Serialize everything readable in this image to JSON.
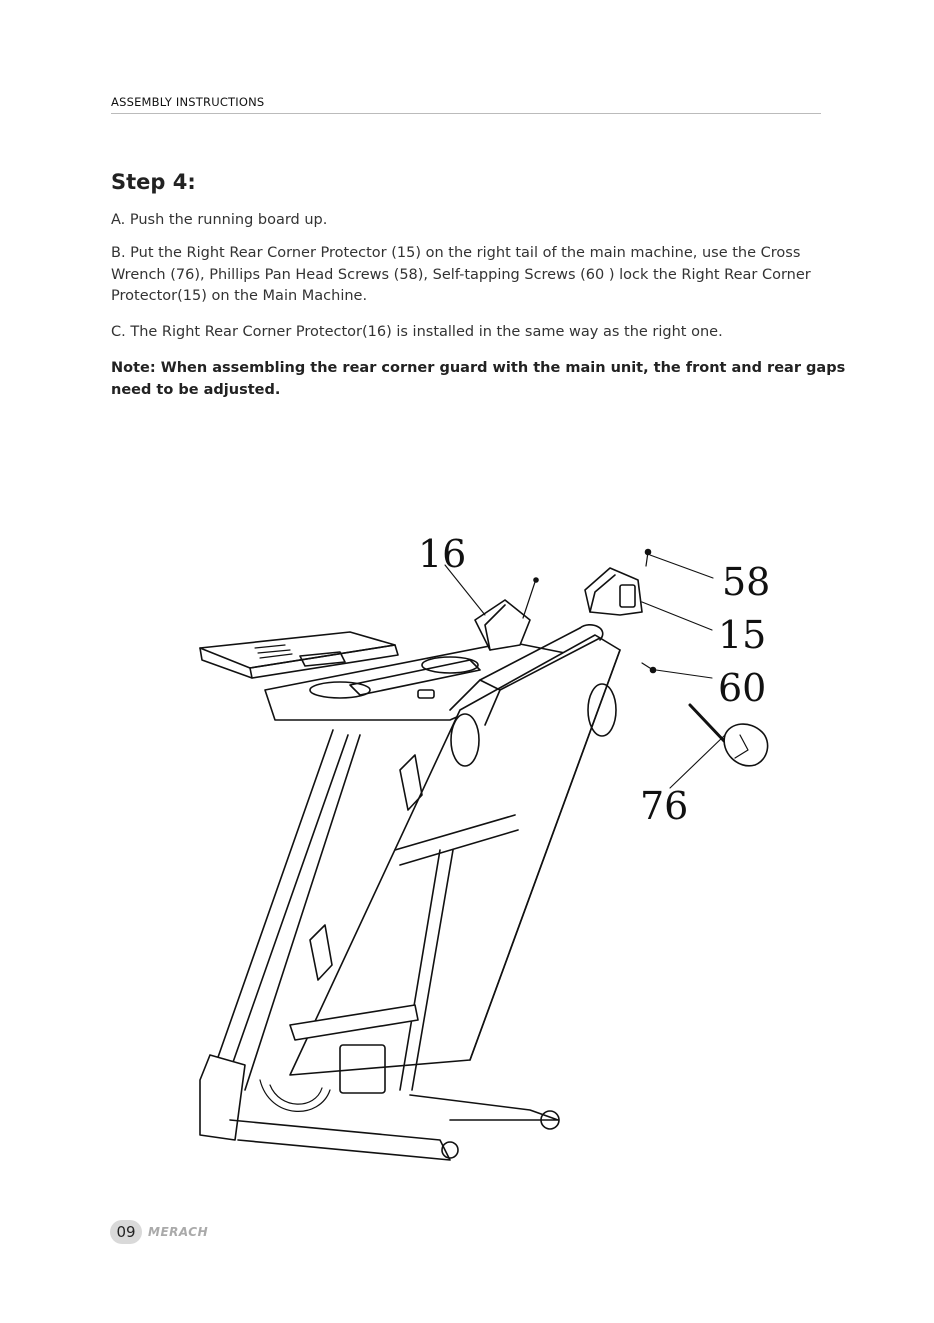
{
  "header": {
    "title": "ASSEMBLY INSTRUCTIONS"
  },
  "step": {
    "title": "Step 4:",
    "a": "A. Push the running board up.",
    "b": "B. Put the Right Rear Corner Protector (15) on the right tail of the main machine, use the Cross Wrench (76), Phillips Pan Head Screws (58), Self-tapping Screws (60 ) lock the Right Rear Corner Protector(15) on the Main Machine.",
    "c": "C. The Right Rear Corner Protector(16) is installed in the same way as the right one.",
    "note": "Note: When assembling the rear corner guard with the main unit, the front and rear gaps need to be adjusted."
  },
  "figure": {
    "callouts": {
      "p16": "16",
      "p58": "58",
      "p15": "15",
      "p60": "60",
      "p76": "76"
    }
  },
  "footer": {
    "page": "09",
    "brand": "MERACH"
  }
}
